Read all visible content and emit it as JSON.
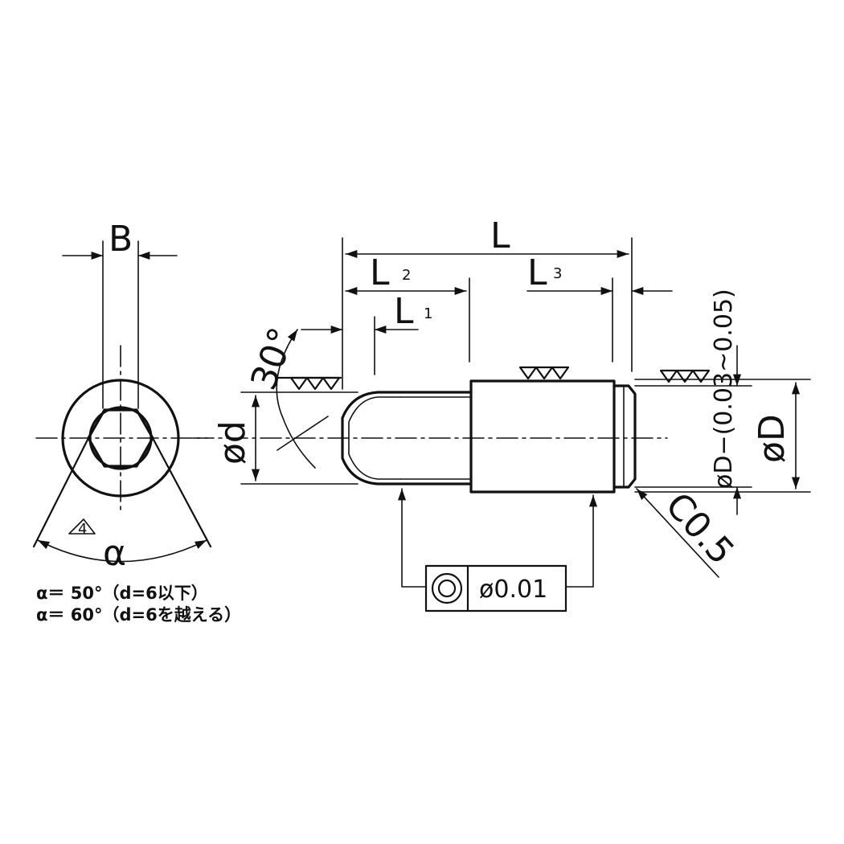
{
  "labels": {
    "B": "B",
    "L": "L",
    "L2": "L",
    "L2_sub": "2",
    "L1": "L",
    "L1_sub": "1",
    "L3": "L",
    "L3_sub": "3",
    "angle": "30°",
    "phi_d": "ød",
    "phi_D": "øD",
    "phi_D_tol": "øD−(0.03~0.05)",
    "chamfer": "C0.5",
    "alpha": "α",
    "roughness_mark": "4"
  },
  "tolerance_frame": {
    "symbol": "concentricity",
    "value": "ø0.01"
  },
  "notes": [
    "α＝ 50°（d=6以下）",
    "α＝ 60°（d=6を越える）"
  ]
}
